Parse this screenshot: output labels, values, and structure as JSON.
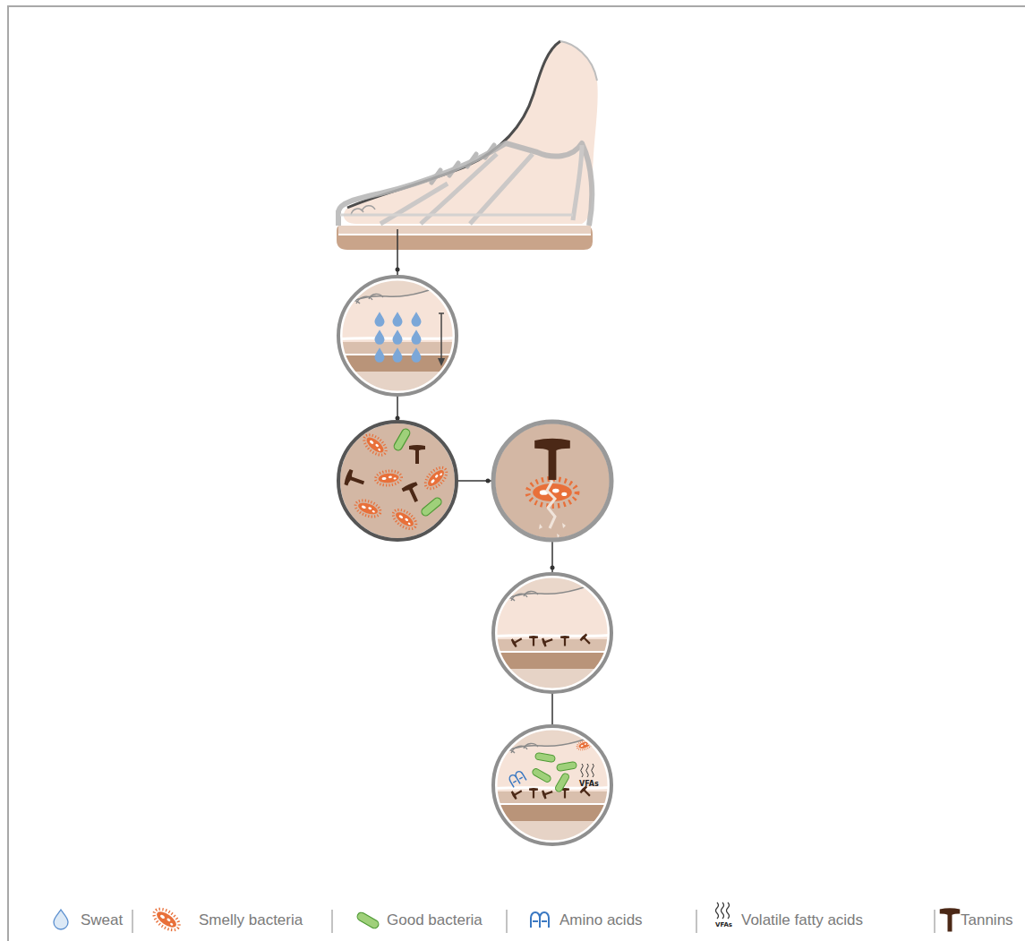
{
  "diagram": {
    "nodes": [
      {
        "text": [
          "VFAs"
        ]
      }
    ],
    "labels": [
      "VFAs"
    ],
    "legend": [
      {
        "text": "Sweat"
      },
      {
        "text": "Smelly bacteria"
      },
      {
        "text": "Good bacteria"
      },
      {
        "text": "Amino acids"
      },
      {
        "text": "Volatile fatty acids"
      },
      {
        "text": "Tannins"
      }
    ]
  }
}
